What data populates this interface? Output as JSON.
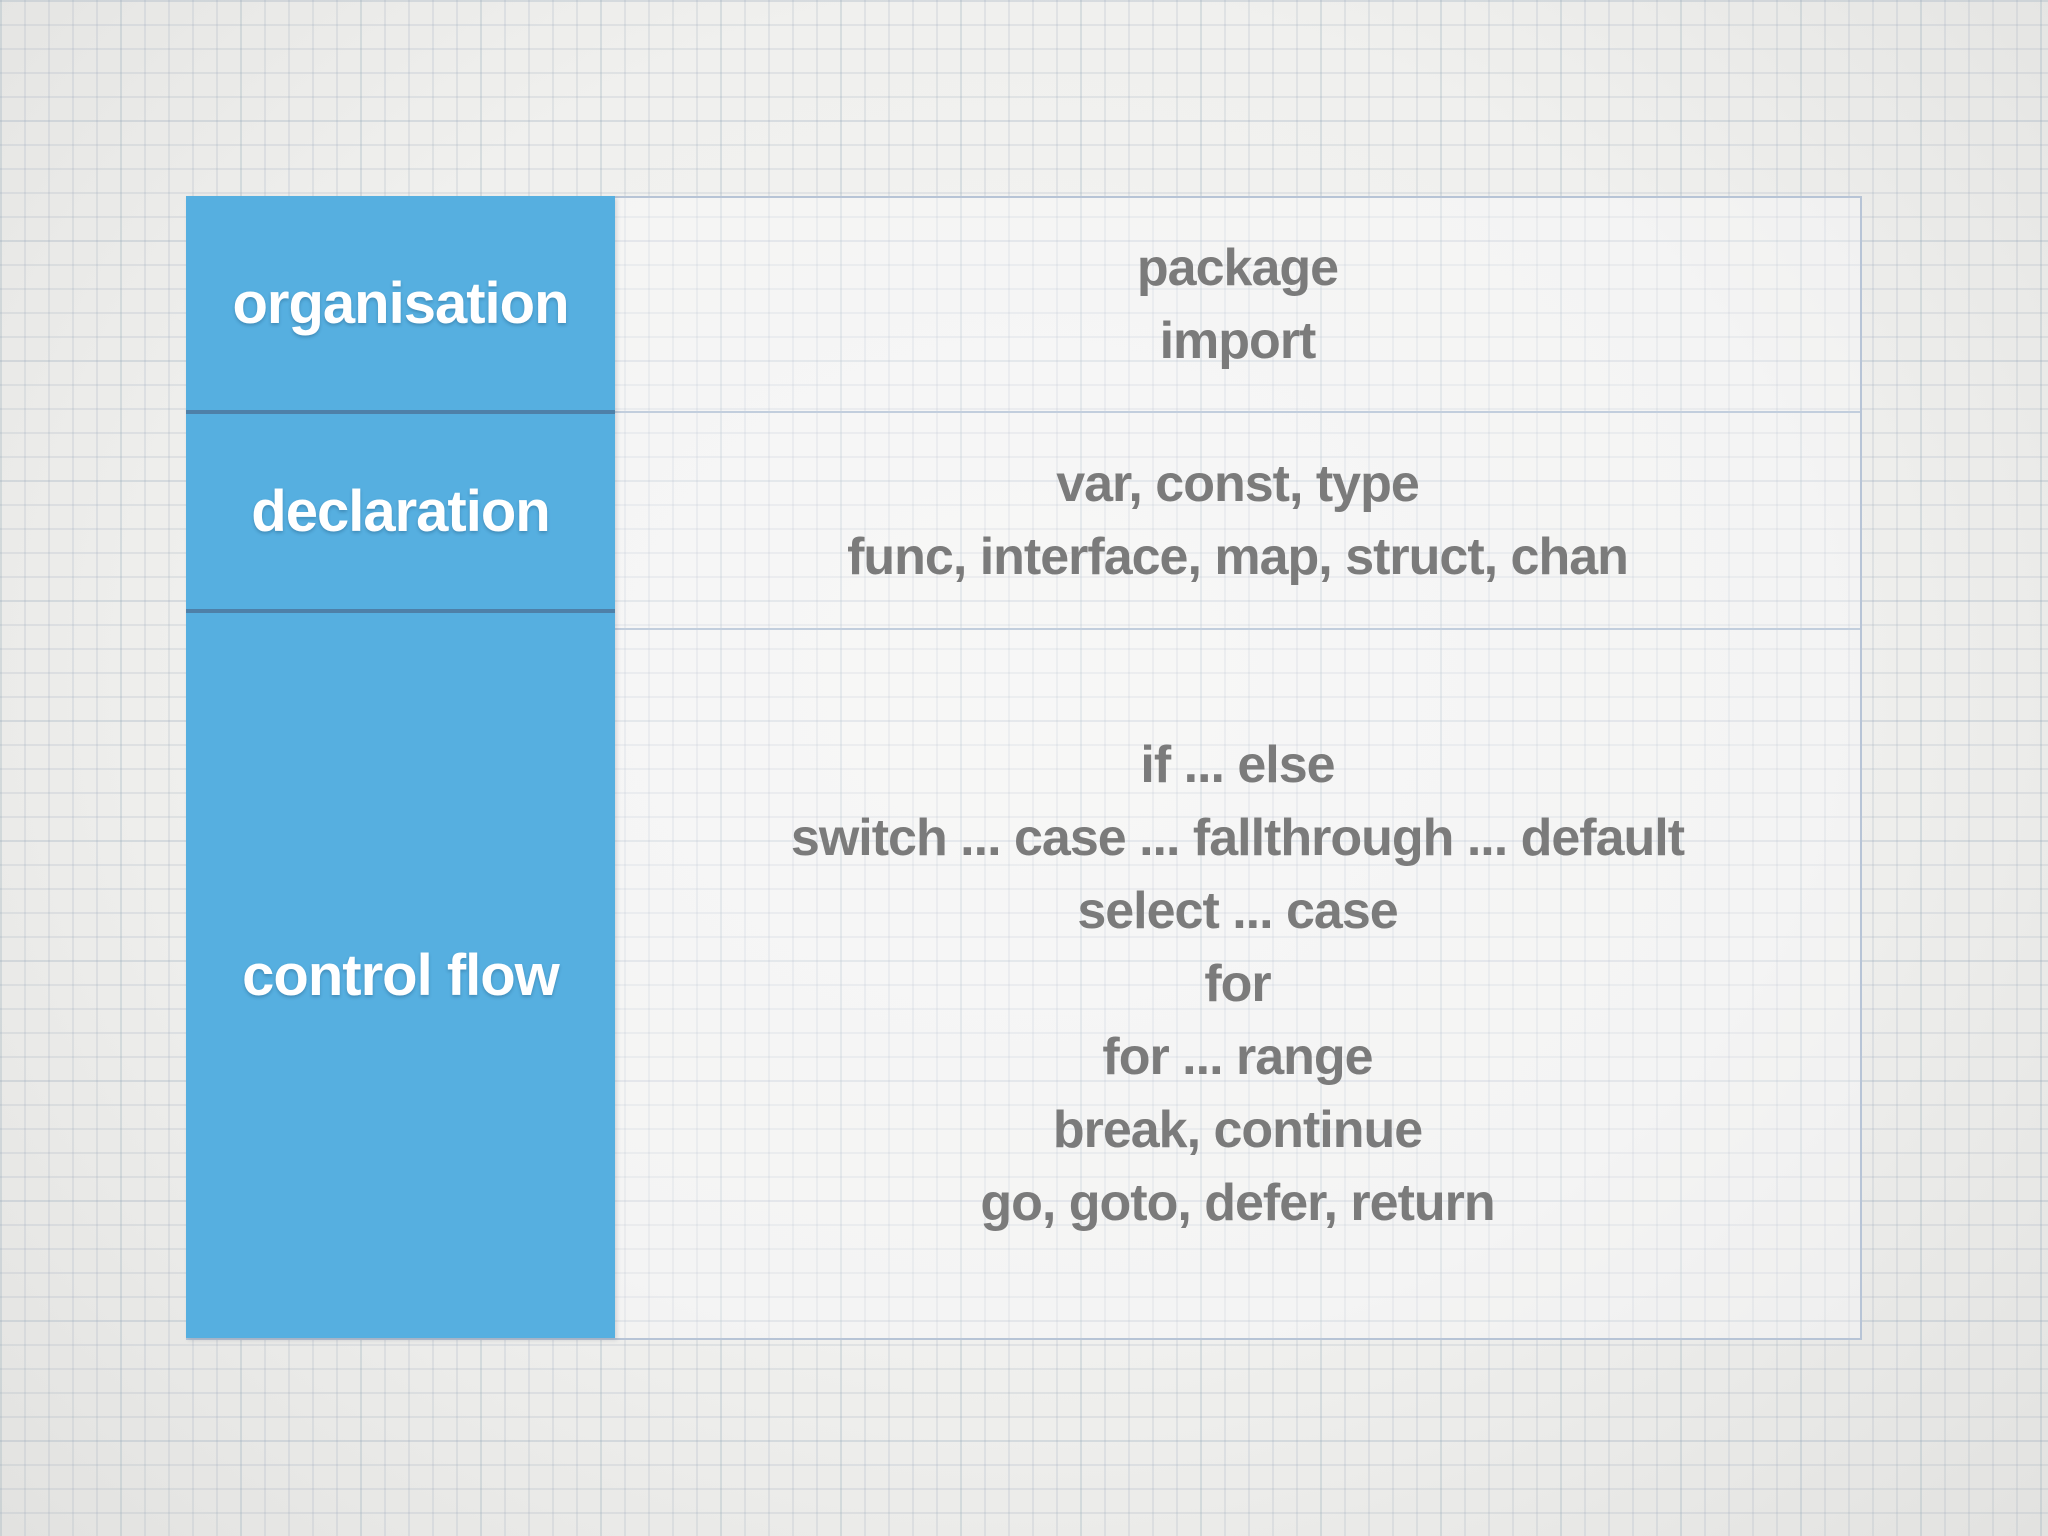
{
  "slide": {
    "kind": "keyword-category-table",
    "language_topic": "Go keywords"
  },
  "colors": {
    "category_cell_blue": "#56afe0",
    "category_divider_blue": "#4e80a8",
    "table_border": "#b7c4d6",
    "keyword_text_gray": "#7b7b7b",
    "category_text_white": "#ffffff",
    "background_paper": "#f0f0ee",
    "grid_line": "#d9dee5"
  },
  "table": {
    "rows": [
      {
        "category": "organisation",
        "keywords": [
          "package",
          "import"
        ]
      },
      {
        "category": "declaration",
        "keywords": [
          "var, const, type",
          "func, interface, map, struct, chan"
        ]
      },
      {
        "category": "control flow",
        "keywords": [
          "if ... else",
          "switch ... case ... fallthrough ... default",
          "select ... case",
          "for",
          "for ... range",
          "break, continue",
          "go, goto, defer, return"
        ]
      }
    ]
  }
}
